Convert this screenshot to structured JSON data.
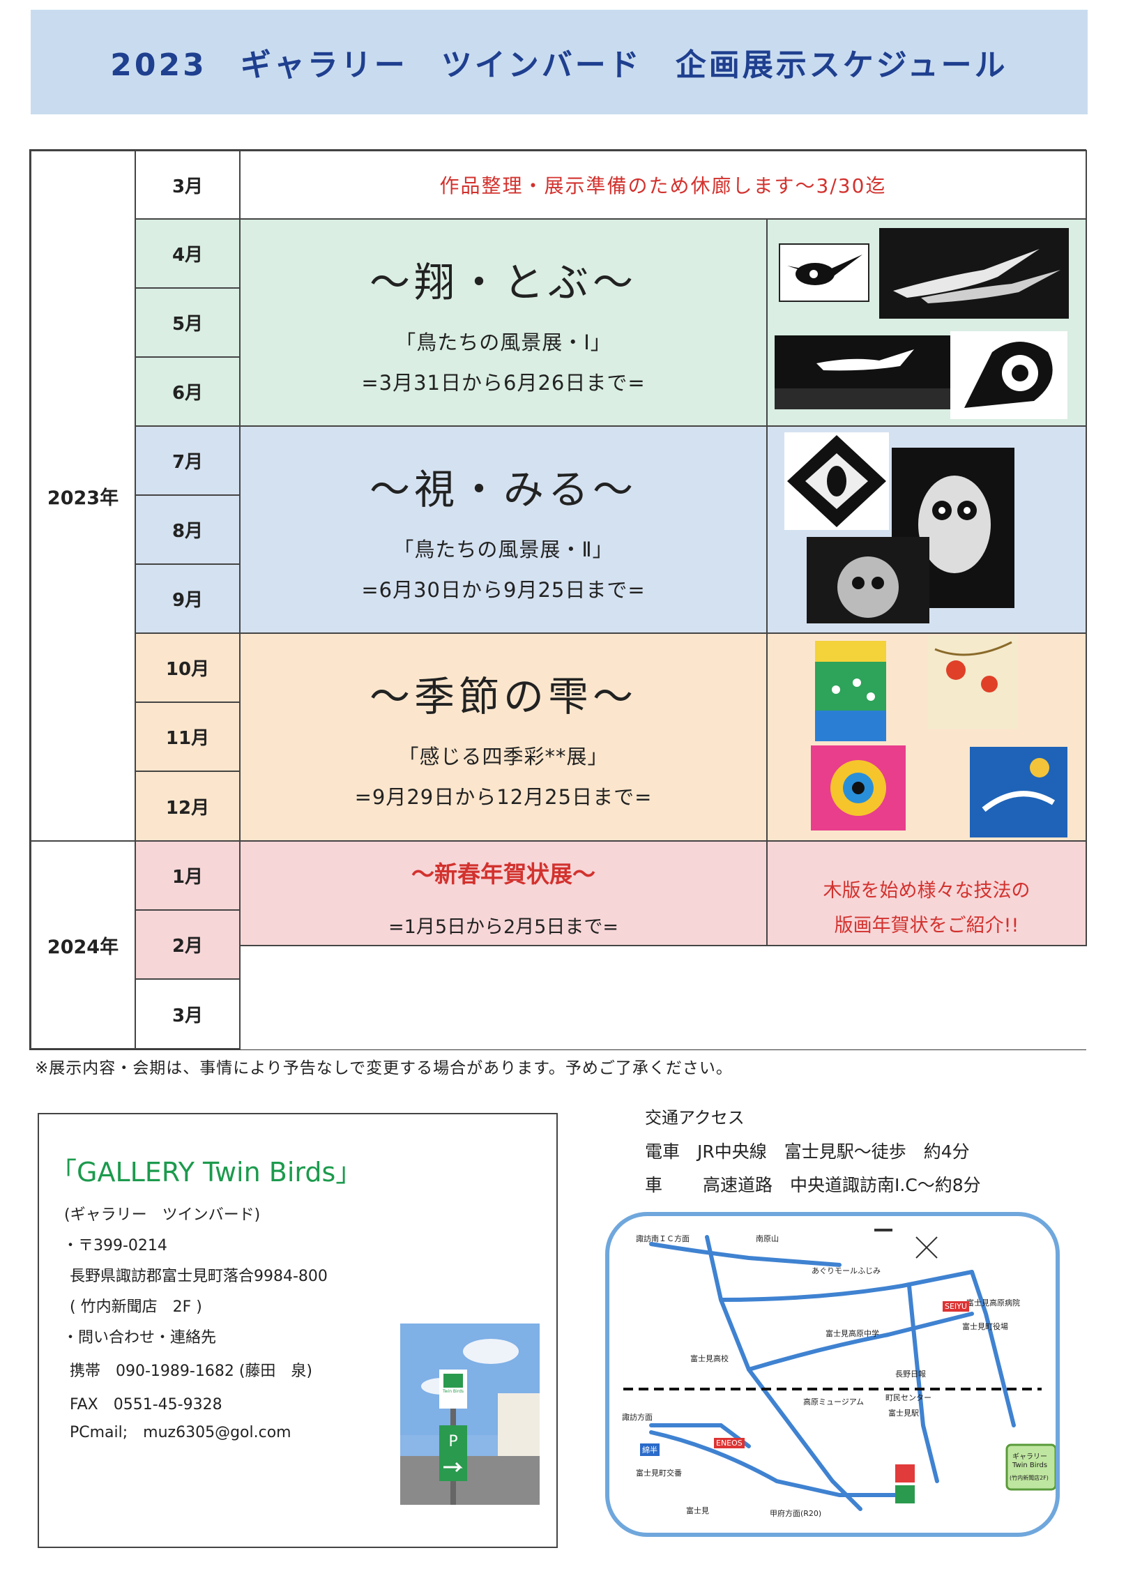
{
  "header": {
    "title": "2023　ギャラリー　ツインバード　企画展示スケジュール"
  },
  "schedule": {
    "year_2023": "2023年",
    "year_2024": "2024年",
    "months": [
      "3月",
      "4月",
      "5月",
      "6月",
      "7月",
      "8月",
      "9月",
      "10月",
      "11月",
      "12月",
      "1月",
      "2月",
      "3月"
    ],
    "closure": "作品整理・展示準備のため休廊します～3/30迄",
    "exhibitions": [
      {
        "title": "～翔・とぶ～",
        "subtitle": "「鳥たちの風景展・Ⅰ」",
        "dates": "=3月31日から6月26日まで="
      },
      {
        "title": "～視・みる～",
        "subtitle": "「鳥たちの風景展・Ⅱ」",
        "dates": "=6月30日から9月25日まで="
      },
      {
        "title": "～季節の雫～",
        "subtitle": "「感じる四季彩**展」",
        "dates": "=9月29日から12月25日まで="
      },
      {
        "title": "～新春年賀状展～",
        "subtitle": "",
        "dates": "=1月5日から2月5日まで="
      }
    ],
    "newyear_note": [
      "木版を始め様々な技法の",
      "版画年賀状をご紹介!!"
    ]
  },
  "note": "※展示内容・会期は、事情により予告なしで変更する場合があります。予めご了承ください。",
  "gallery": {
    "name": "「GALLERY Twin Birds」",
    "kana": "(ギャラリー　ツインバード)",
    "postal": "・〒399-0214",
    "address": "長野県諏訪郡富士見町落合9984-800",
    "building": "( 竹内新聞店　2F )",
    "contact_label": "・問い合わせ・連絡先",
    "mobile": "携帯　090-1989-1682 (藤田　泉)",
    "fax": "FAX　0551-45-9328",
    "email": "PCmail;　muz6305@gol.com",
    "sign_text": "Twin Birds"
  },
  "access": {
    "heading": "交通アクセス",
    "train_label": "電車",
    "train": "JR中央線　富士見駅～徒歩　約4分",
    "car_label": "車",
    "car": "高速道路　中央道諏訪南I.C～約8分"
  },
  "map": {
    "labels": [
      "諏訪南ＩＣ方面",
      "南原山",
      "あぐりモールふじみ",
      "富士見高原病院",
      "富士見町役場",
      "富士見高原中学",
      "富士見高校",
      "長野日報",
      "町民センター",
      "高原ミュージアム",
      "富士見駅",
      "諏訪方面",
      "富士見町交番",
      "富士見",
      "甲府方面(R20)",
      "SEIYU",
      "ENEOS",
      "綿半"
    ],
    "gallery_callout": [
      "ギャラリー",
      "Twin Birds",
      "(竹内新聞店2F)"
    ]
  },
  "colors": {
    "header_bg": "#c9dcef",
    "title": "#1f3f8f",
    "green": "#daeee3",
    "blue": "#d4e1f0",
    "orange": "#fbe6cd",
    "pink": "#f7d6d8",
    "red": "#d2322e",
    "gallery_green": "#1c9a4d"
  }
}
